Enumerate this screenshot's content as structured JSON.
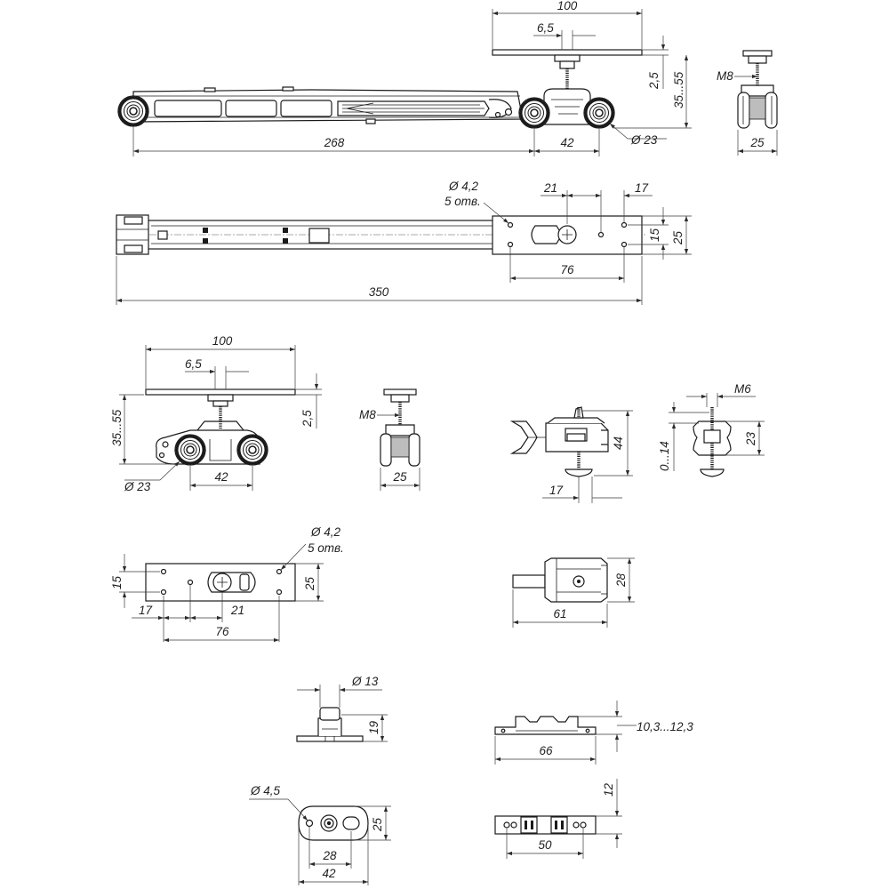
{
  "views": {
    "carriage_assembly_side": {
      "dims": {
        "plate_width": "100",
        "stud_offset": "6,5",
        "plate_thickness": "2,5",
        "height_range": "35...55",
        "arm_length": "268",
        "wheel_spacing": "42",
        "wheel_diameter": "Ø 23"
      }
    },
    "carriage_assembly_end": {
      "dims": {
        "thread": "M8",
        "width": "25"
      }
    },
    "carriage_assembly_top": {
      "dims": {
        "hole_diameter": "Ø 4,2",
        "hole_count": "5 отв.",
        "offset_a": "21",
        "offset_b": "17",
        "row_spacing": "15",
        "plate_depth": "25",
        "hole_span": "76",
        "overall_length": "350"
      }
    },
    "roller_carriage_side": {
      "dims": {
        "plate_width": "100",
        "stud_offset": "6,5",
        "plate_thickness": "2,5",
        "height_range": "35...55",
        "wheel_diameter": "Ø 23",
        "wheel_spacing": "42"
      }
    },
    "roller_carriage_end": {
      "dims": {
        "thread": "M8",
        "width": "25"
      }
    },
    "roller_carriage_plate": {
      "dims": {
        "hole_diameter": "Ø 4,2",
        "hole_count": "5 отв.",
        "row_spacing": "15",
        "plate_depth": "25",
        "offset_b": "17",
        "offset_a": "21",
        "hole_span": "76"
      }
    },
    "stopper_side": {
      "dims": {
        "height": "44",
        "screw_offset": "17"
      }
    },
    "stopper_end": {
      "dims": {
        "thread": "M6",
        "adjust_range": "0...14",
        "width": "23"
      }
    },
    "stopper_top": {
      "dims": {
        "depth": "28",
        "length": "61"
      }
    },
    "guide_pin": {
      "dims": {
        "diameter": "Ø 13",
        "height": "19"
      }
    },
    "guide_bracket": {
      "dims": {
        "diameter": "Ø 4,5",
        "depth": "25",
        "hole_spacing": "28",
        "length": "42"
      }
    },
    "bottom_guide_side": {
      "dims": {
        "height_range": "10,3...12,3",
        "length": "66"
      }
    },
    "bottom_guide_top": {
      "dims": {
        "depth": "12",
        "length": "50"
      }
    }
  }
}
